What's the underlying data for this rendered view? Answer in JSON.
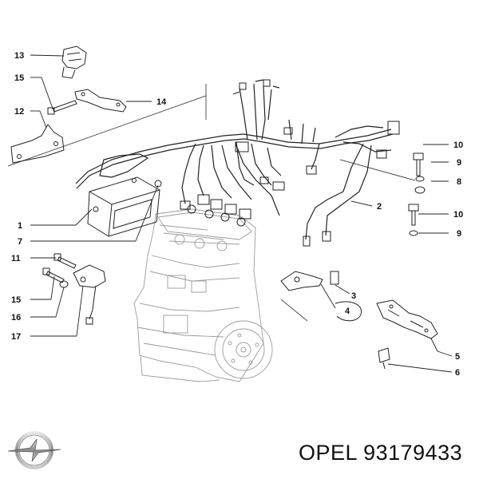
{
  "callouts": {
    "c13": "13",
    "c15a": "15",
    "c12": "12",
    "c14": "14",
    "c1": "1",
    "c7": "7",
    "c11": "11",
    "c15b": "15",
    "c16": "16",
    "c17": "17",
    "c10a": "10",
    "c9a": "9",
    "c8": "8",
    "c2": "2",
    "c10b": "10",
    "c9b": "9",
    "c3": "3",
    "c4": "4",
    "c5": "5",
    "c6": "6"
  },
  "caption": {
    "brand": "OPEL",
    "part_number": "93179433"
  },
  "logo_icon": "opel-logo",
  "colors": {
    "line": "#222222",
    "engine_line": "#9a9a9a",
    "text": "#111111"
  }
}
